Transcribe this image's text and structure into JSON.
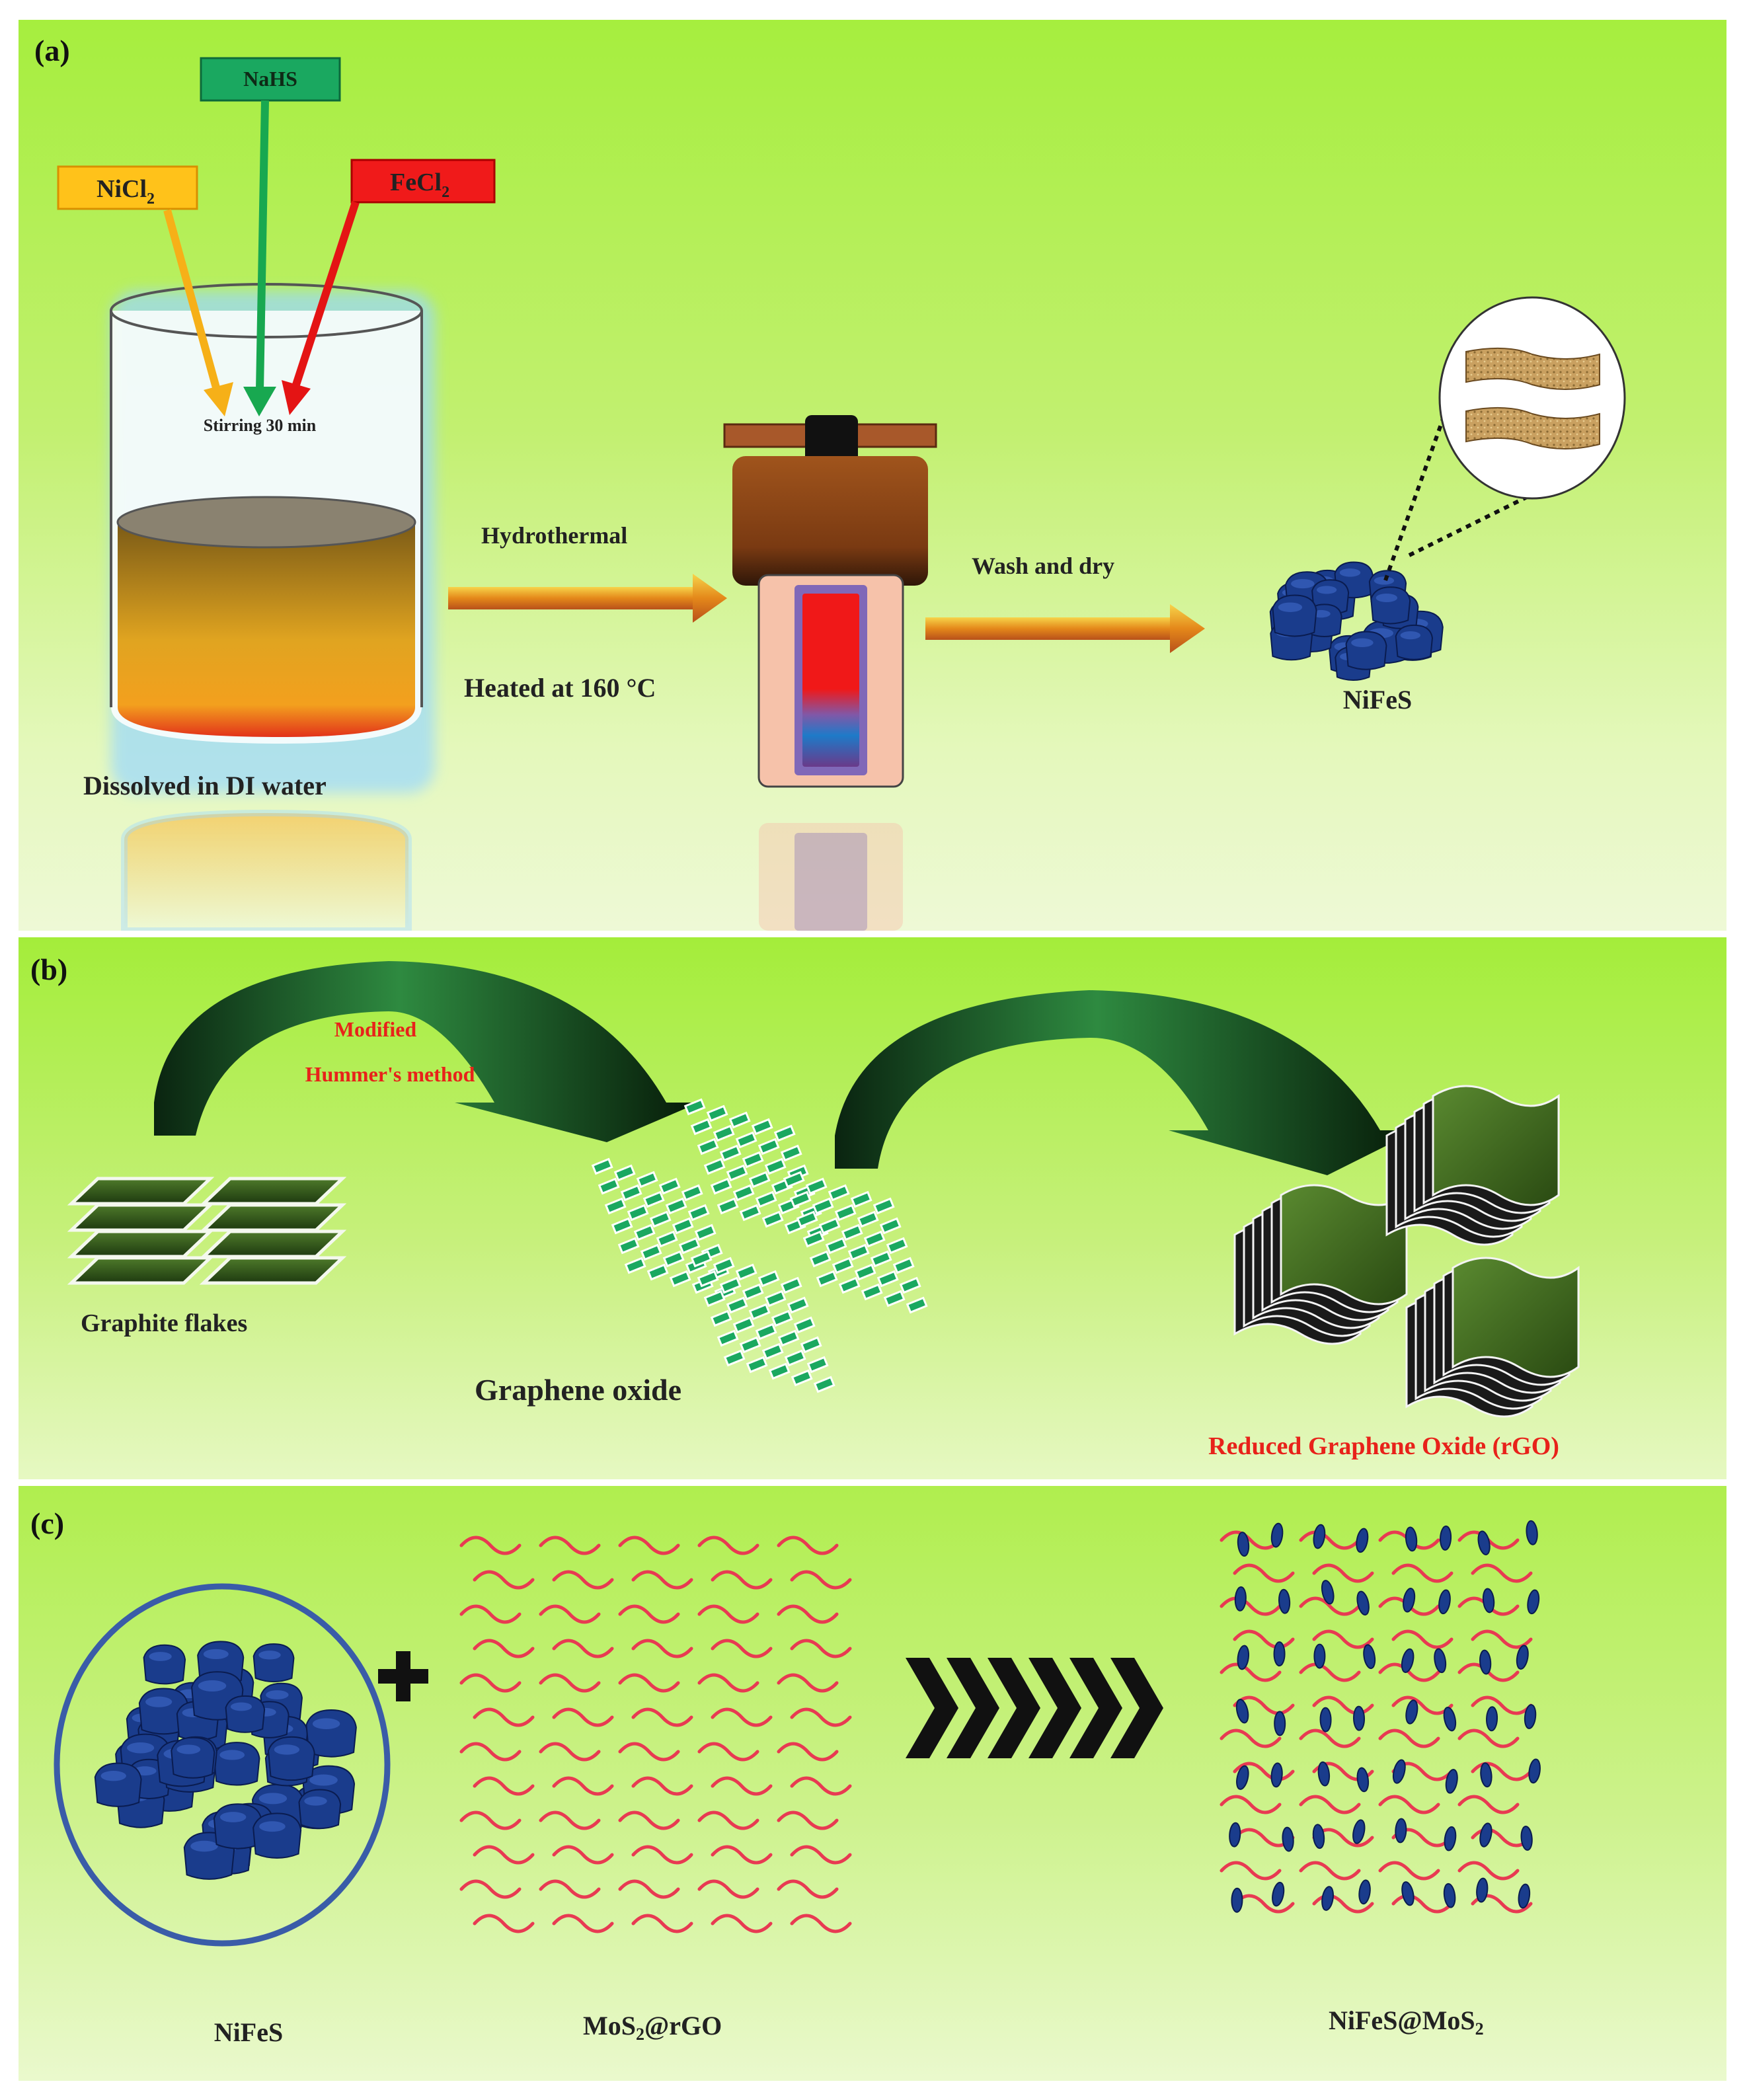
{
  "panel_a": {
    "tag": "(a)",
    "reagents": {
      "nahs": "NaHS",
      "nicl2": "NiCl",
      "nicl2_sub": "2",
      "fecl2": "FeCl",
      "fecl2_sub": "2"
    },
    "stirring": "Stirring 30 min",
    "dissolved": "Dissolved in DI water",
    "hydrothermal": "Hydrothermal",
    "heated": "Heated at 160 °C",
    "wash_dry": "Wash and dry",
    "product": "NiFeS"
  },
  "panel_b": {
    "tag": "(b)",
    "method_line1": "Modified",
    "method_line2": "Hummer's method",
    "graphite": "Graphite  flakes",
    "graphene_oxide": "Graphene oxide",
    "rgo": "Reduced  Graphene  Oxide  (rGO)"
  },
  "panel_c": {
    "tag": "(c)",
    "nifes": "NiFeS",
    "mos2_rgo_a": "MoS",
    "mos2_rgo_sub": "2",
    "mos2_rgo_b": "@rGO",
    "composite_a": "NiFeS@MoS",
    "composite_sub": "2"
  },
  "colors": {
    "method_text": "#e8221a",
    "rgo_text": "#e8221a",
    "nifes_particle": "#1a3c8c",
    "wave": "#e83a52",
    "nahs_box": "#1aa860",
    "nicl2_box": "#ffc21a",
    "fecl2_box": "#f01a1a"
  }
}
